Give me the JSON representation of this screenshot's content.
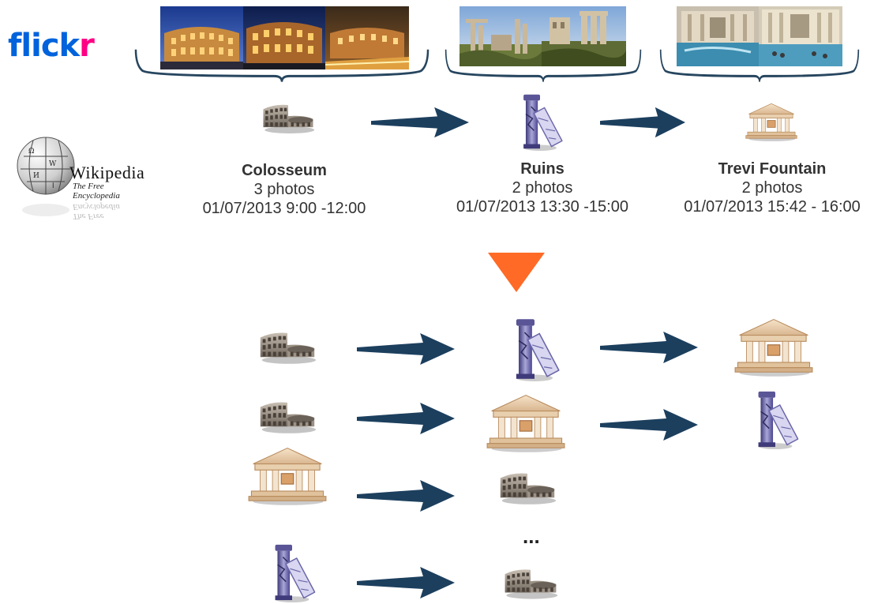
{
  "logo": {
    "part1": "flick",
    "part2": "r",
    "color_blue": "#0063dc",
    "color_pink": "#ff0084"
  },
  "wikipedia": {
    "title": "Wikipedia",
    "subtitle": "The Free Encyclopedia"
  },
  "clusters": [
    {
      "name": "Colosseum",
      "photos": "3 photos",
      "time": "01/07/2013 9:00 -12:00",
      "icon": "colosseum-icon"
    },
    {
      "name": "Ruins",
      "photos": "2 photos",
      "time": "01/07/2013 13:30 -15:00",
      "icon": "ruins-icon"
    },
    {
      "name": "Trevi Fountain",
      "photos": "2 photos",
      "time": "01/07/2013 15:42 - 16:00",
      "icon": "temple-icon"
    }
  ],
  "sequences": [
    [
      "colosseum-icon",
      "ruins-icon",
      "temple-icon"
    ],
    [
      "colosseum-icon",
      "temple-icon",
      "ruins-icon"
    ],
    [
      "temple-icon",
      "colosseum-icon"
    ],
    [
      "ruins-icon",
      "colosseum-icon"
    ]
  ],
  "ellipsis": "...",
  "colors": {
    "arrow": "#1c3f5e",
    "down_arrow": "#ff6a26"
  }
}
